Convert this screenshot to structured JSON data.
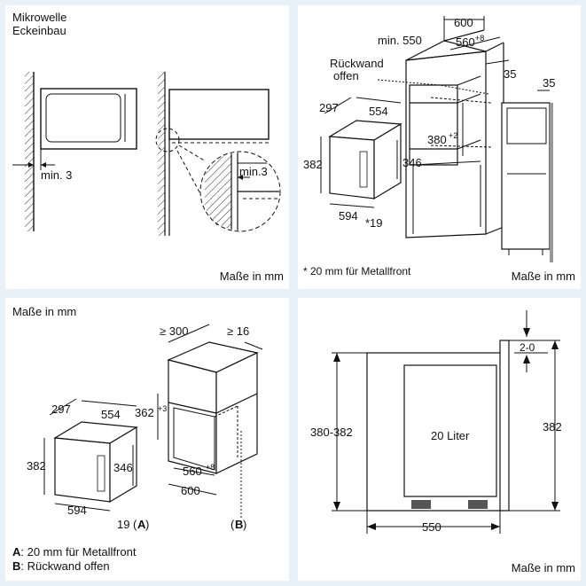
{
  "panel1": {
    "title_line1": "Mikrowelle",
    "title_line2": "Eckeinbau",
    "dim_min3_left": "min. 3",
    "dim_min3_detail": "min.3",
    "units": "Maße in mm"
  },
  "panel2": {
    "dim_600": "600",
    "dim_min550": "min. 550",
    "dim_560": "560",
    "dim_560_tol": "+8",
    "dim_35_side": "35",
    "dim_35_top": "35",
    "rueckwand_line1": "Rückwand",
    "rueckwand_line2": "offen",
    "dim_297": "297",
    "dim_554": "554",
    "dim_382": "382",
    "dim_346": "346",
    "dim_380": "380",
    "dim_380_tol": "+2",
    "dim_594": "594",
    "dim_19": "*19",
    "footnote": "* 20 mm für Metallfront",
    "units": "Maße in mm"
  },
  "panel3": {
    "units": "Maße in mm",
    "dim_300": "≥ 300",
    "dim_16": "≥ 16",
    "dim_297": "297",
    "dim_554": "554",
    "dim_362": "362",
    "dim_362_tol": "+3",
    "dim_382": "382",
    "dim_346": "346",
    "dim_560": "560",
    "dim_560_tol": "+8",
    "dim_600": "600",
    "dim_594": "594",
    "dim_19": "19",
    "dim_19_ref": "A",
    "ref_b": "B",
    "legend_a_key": "A",
    "legend_a_text": ": 20 mm für Metallfront",
    "legend_b_key": "B",
    "legend_b_text": ": Rückwand offen"
  },
  "panel4": {
    "dim_20": "2-0",
    "dim_380_382": "380-382",
    "dim_382": "382",
    "capacity": "20 Liter",
    "dim_550": "550",
    "units": "Maße in mm"
  }
}
